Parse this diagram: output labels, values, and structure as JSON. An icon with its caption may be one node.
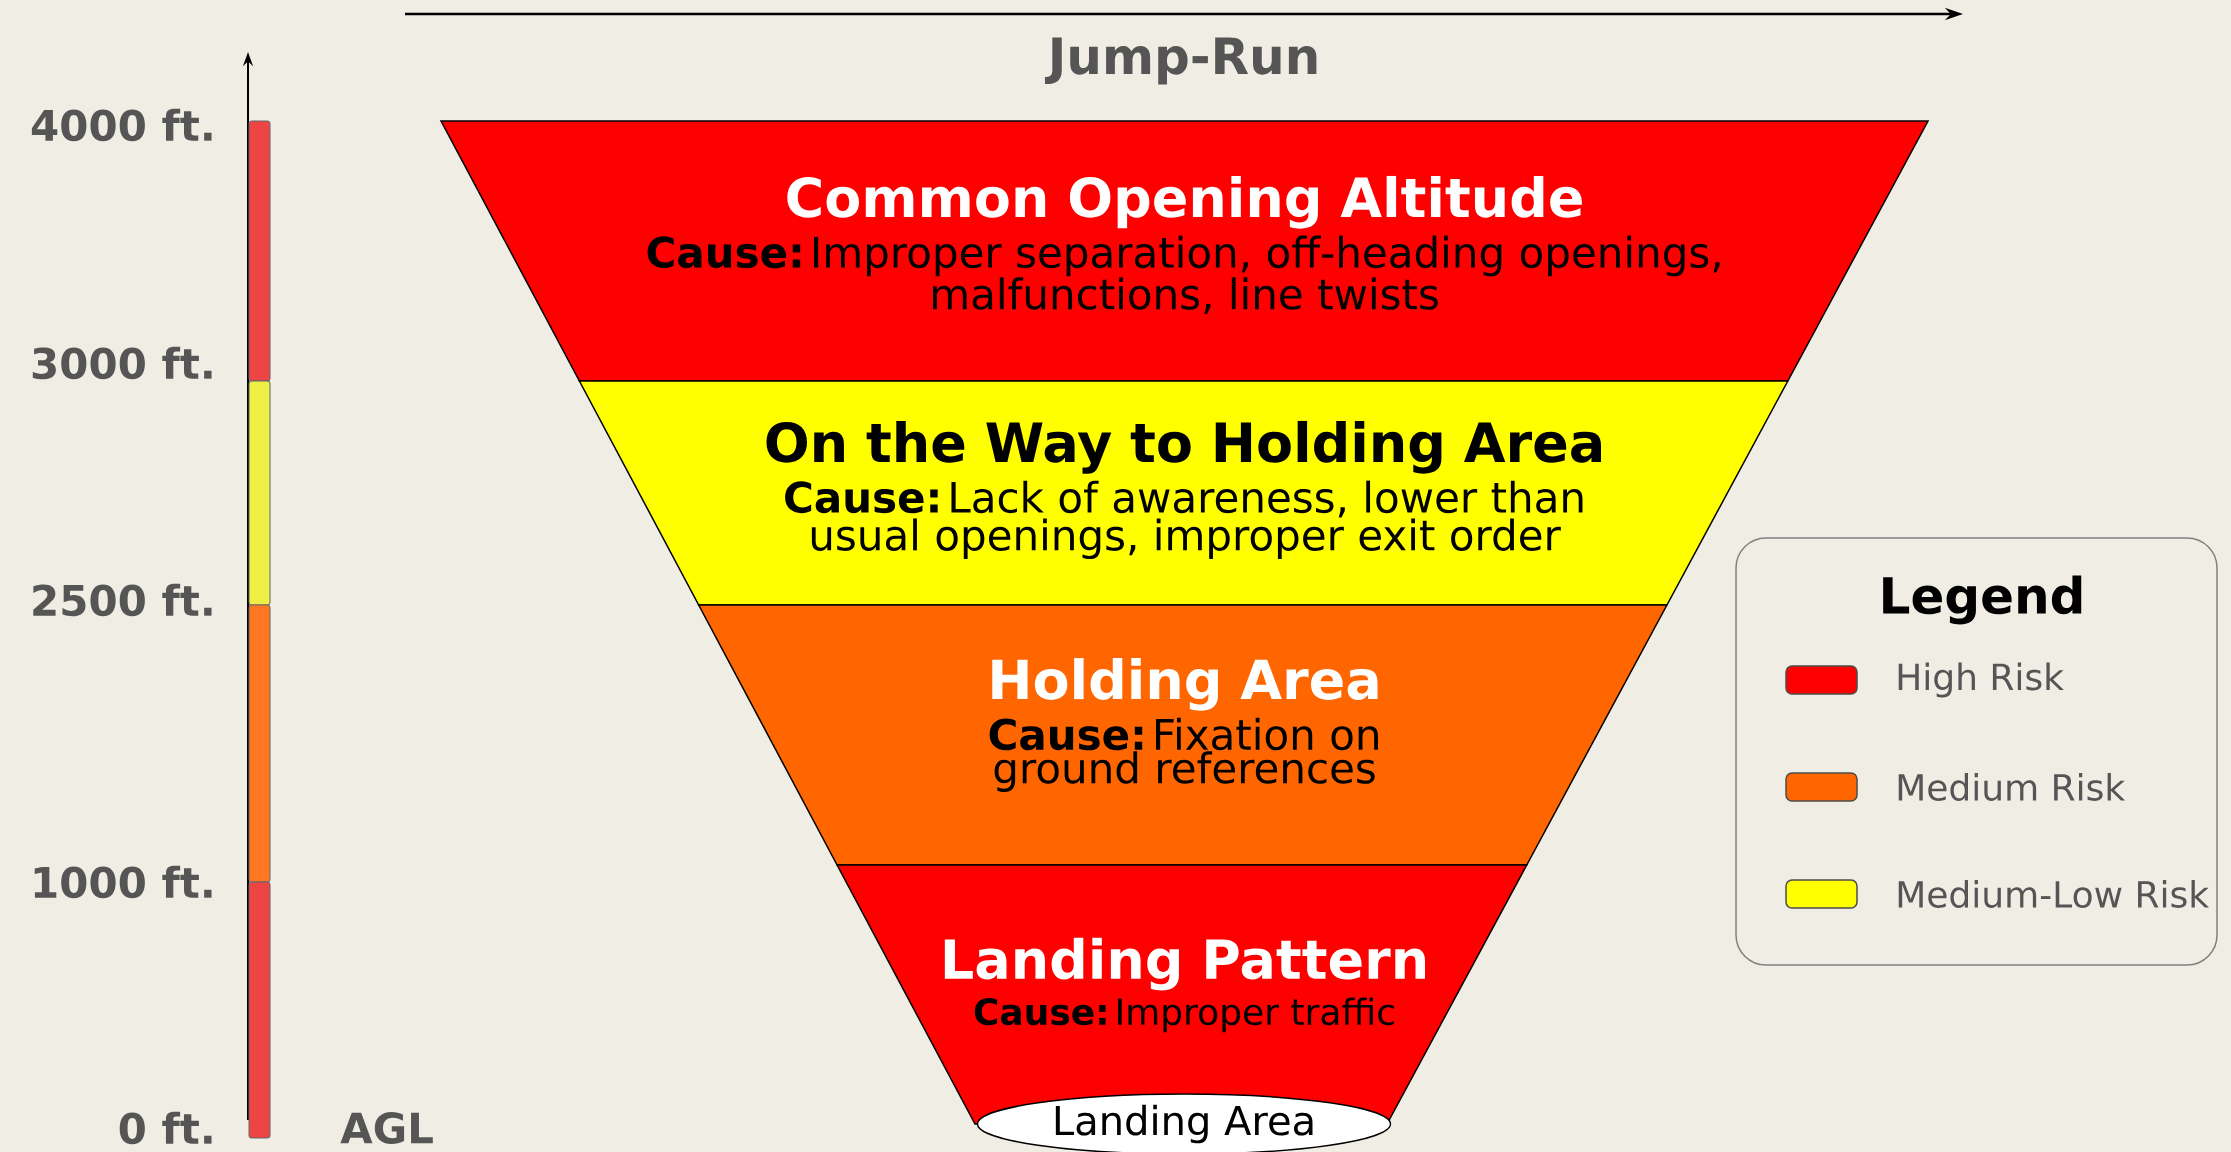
{
  "diagram": {
    "nodes": [
      {
        "text": [
          "Common Opening Altitude",
          "**Cause:** Improper separation, off-heading openings, malfunctions, line twists"
        ]
      },
      {
        "text": [
          "On the Way to Holding Area",
          "**Cause:** Lack of awareness, lower than usual openings, improper exit order"
        ]
      },
      {
        "text": [
          "Holding Area",
          "**Cause:** Fixation on ground references"
        ]
      },
      {
        "text": [
          "Landing Pattern",
          "**Cause:** Improper traffic"
        ]
      },
      {
        "text": [
          "Landing Area"
        ]
      }
    ],
    "labels": [
      "Jump-Run",
      "4000 ft.",
      "3000 ft.",
      "2500 ft.",
      "1000 ft.",
      "0 ft.",
      "AGL",
      "Legend"
    ],
    "legend": [
      {
        "text": "High Risk",
        "color": "#ff0000"
      },
      {
        "text": "Medium Risk",
        "color": "#ff6600"
      },
      {
        "text": "Medium-Low Risk",
        "color": "#ffff00"
      }
    ]
  }
}
